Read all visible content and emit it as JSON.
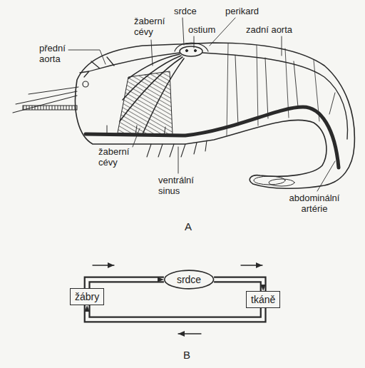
{
  "diagram": {
    "nodes": [
      {
        "text": [
          "srdce"
        ]
      },
      {
        "text": [
          "žábry"
        ]
      },
      {
        "text": [
          "tkáně"
        ]
      }
    ],
    "edges": [
      {
        "from": 1,
        "to": 0,
        "arrow": "to"
      },
      {
        "from": 0,
        "to": 2,
        "arrow": "to"
      },
      {
        "from": 2,
        "to": 1,
        "arrow": "to"
      }
    ],
    "labels": [
      "srdce",
      "perikard",
      "žaberní cévy",
      "ostium",
      "zadní aorta",
      "přední aorta",
      "žaberní cévy",
      "ventrální sinus",
      "abdominální artérie",
      "A",
      "B"
    ]
  }
}
